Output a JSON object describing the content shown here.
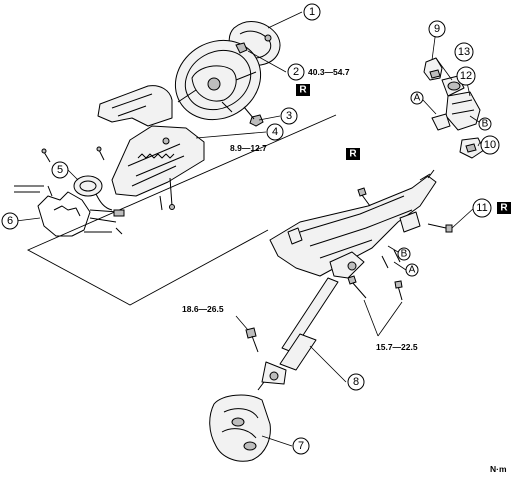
{
  "diagram": {
    "unit_label": "N·m",
    "callouts": [
      {
        "id": "1",
        "label": "1"
      },
      {
        "id": "2",
        "label": "2"
      },
      {
        "id": "3",
        "label": "3"
      },
      {
        "id": "4",
        "label": "4"
      },
      {
        "id": "5",
        "label": "5"
      },
      {
        "id": "6",
        "label": "6"
      },
      {
        "id": "7",
        "label": "7"
      },
      {
        "id": "8",
        "label": "8"
      },
      {
        "id": "9",
        "label": "9"
      },
      {
        "id": "10",
        "label": "10"
      },
      {
        "id": "11",
        "label": "11"
      },
      {
        "id": "12",
        "label": "12"
      },
      {
        "id": "13",
        "label": "13"
      }
    ],
    "torques": [
      {
        "id": "t1",
        "value": "40.3—54.7"
      },
      {
        "id": "t2",
        "value": "8.9—12.7"
      },
      {
        "id": "t3",
        "value": "18.6—26.5"
      },
      {
        "id": "t4",
        "value": "15.7—22.5"
      }
    ],
    "replace_marks": [
      {
        "id": "r1",
        "label": "R"
      },
      {
        "id": "r2",
        "label": "R"
      },
      {
        "id": "r3",
        "label": "R"
      }
    ],
    "letters": [
      {
        "id": "a1",
        "label": "A"
      },
      {
        "id": "b1",
        "label": "B"
      },
      {
        "id": "a2",
        "label": "A"
      },
      {
        "id": "b2",
        "label": "B"
      }
    ]
  }
}
